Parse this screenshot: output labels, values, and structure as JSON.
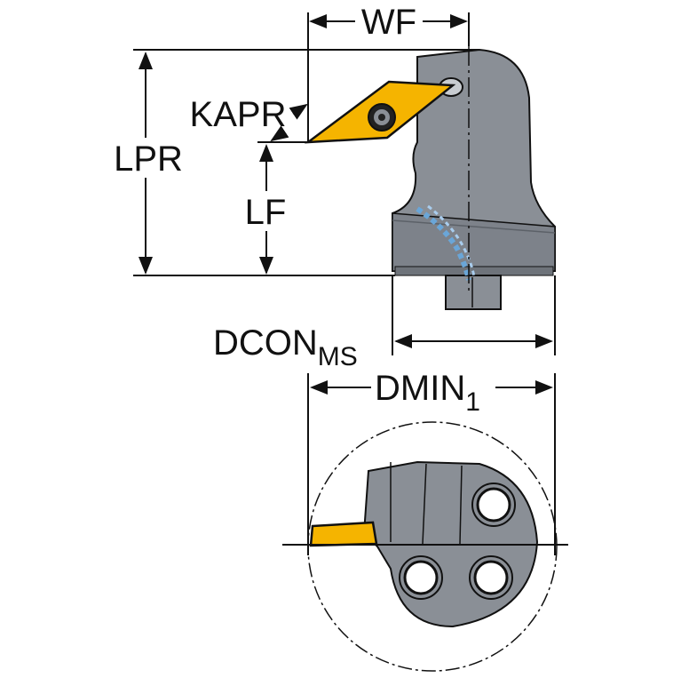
{
  "labels": {
    "wf": "WF",
    "kapr": "KAPR",
    "lpr": "LPR",
    "lf": "LF",
    "dcon": "DCON",
    "dcon_sub": "MS",
    "dmin": "DMIN",
    "dmin_sub": "1"
  },
  "colors": {
    "body_gray": "#8a8f96",
    "body_gray_dark": "#6e737a",
    "insert_yellow": "#f5b400",
    "coolant_blue": "#6aa6d8",
    "line": "#111111"
  }
}
